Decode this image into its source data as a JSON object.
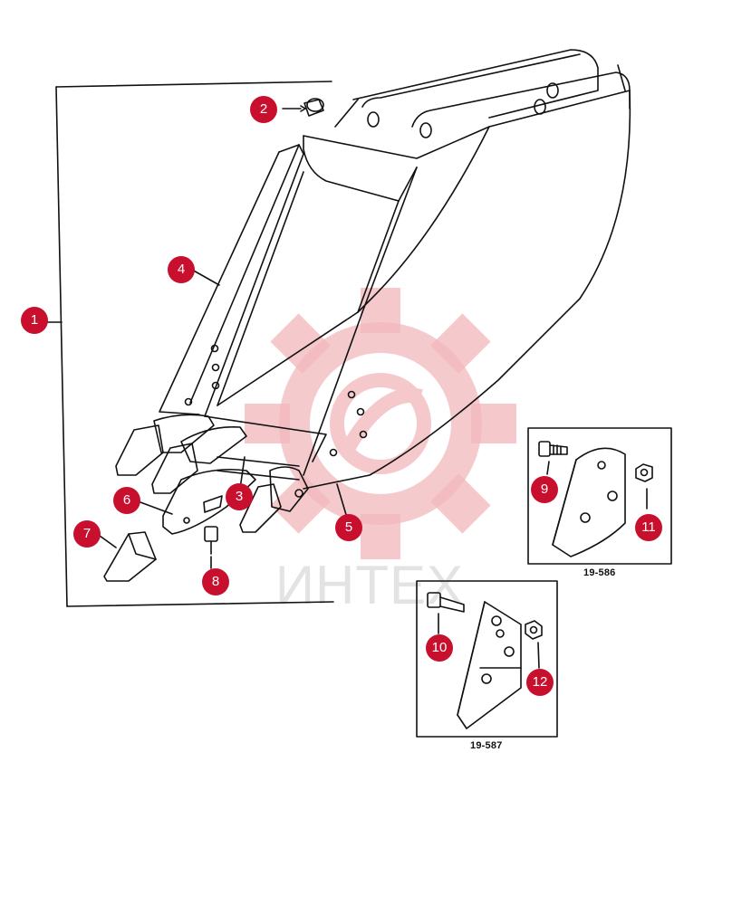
{
  "diagram": {
    "watermark": {
      "text": "ИНТЕХ",
      "color": "#e8323c"
    },
    "callouts": [
      {
        "id": "1",
        "label": "1"
      },
      {
        "id": "2",
        "label": "2"
      },
      {
        "id": "3",
        "label": "3"
      },
      {
        "id": "4",
        "label": "4"
      },
      {
        "id": "5",
        "label": "5"
      },
      {
        "id": "6",
        "label": "6"
      },
      {
        "id": "7",
        "label": "7"
      },
      {
        "id": "8",
        "label": "8"
      },
      {
        "id": "9",
        "label": "9"
      },
      {
        "id": "10",
        "label": "10"
      },
      {
        "id": "11",
        "label": "11"
      },
      {
        "id": "12",
        "label": "12"
      }
    ],
    "inset_a": {
      "caption": "19-586"
    },
    "inset_b": {
      "caption": "19-587"
    },
    "colors": {
      "callout": "#c8102e",
      "line": "#111111"
    }
  }
}
